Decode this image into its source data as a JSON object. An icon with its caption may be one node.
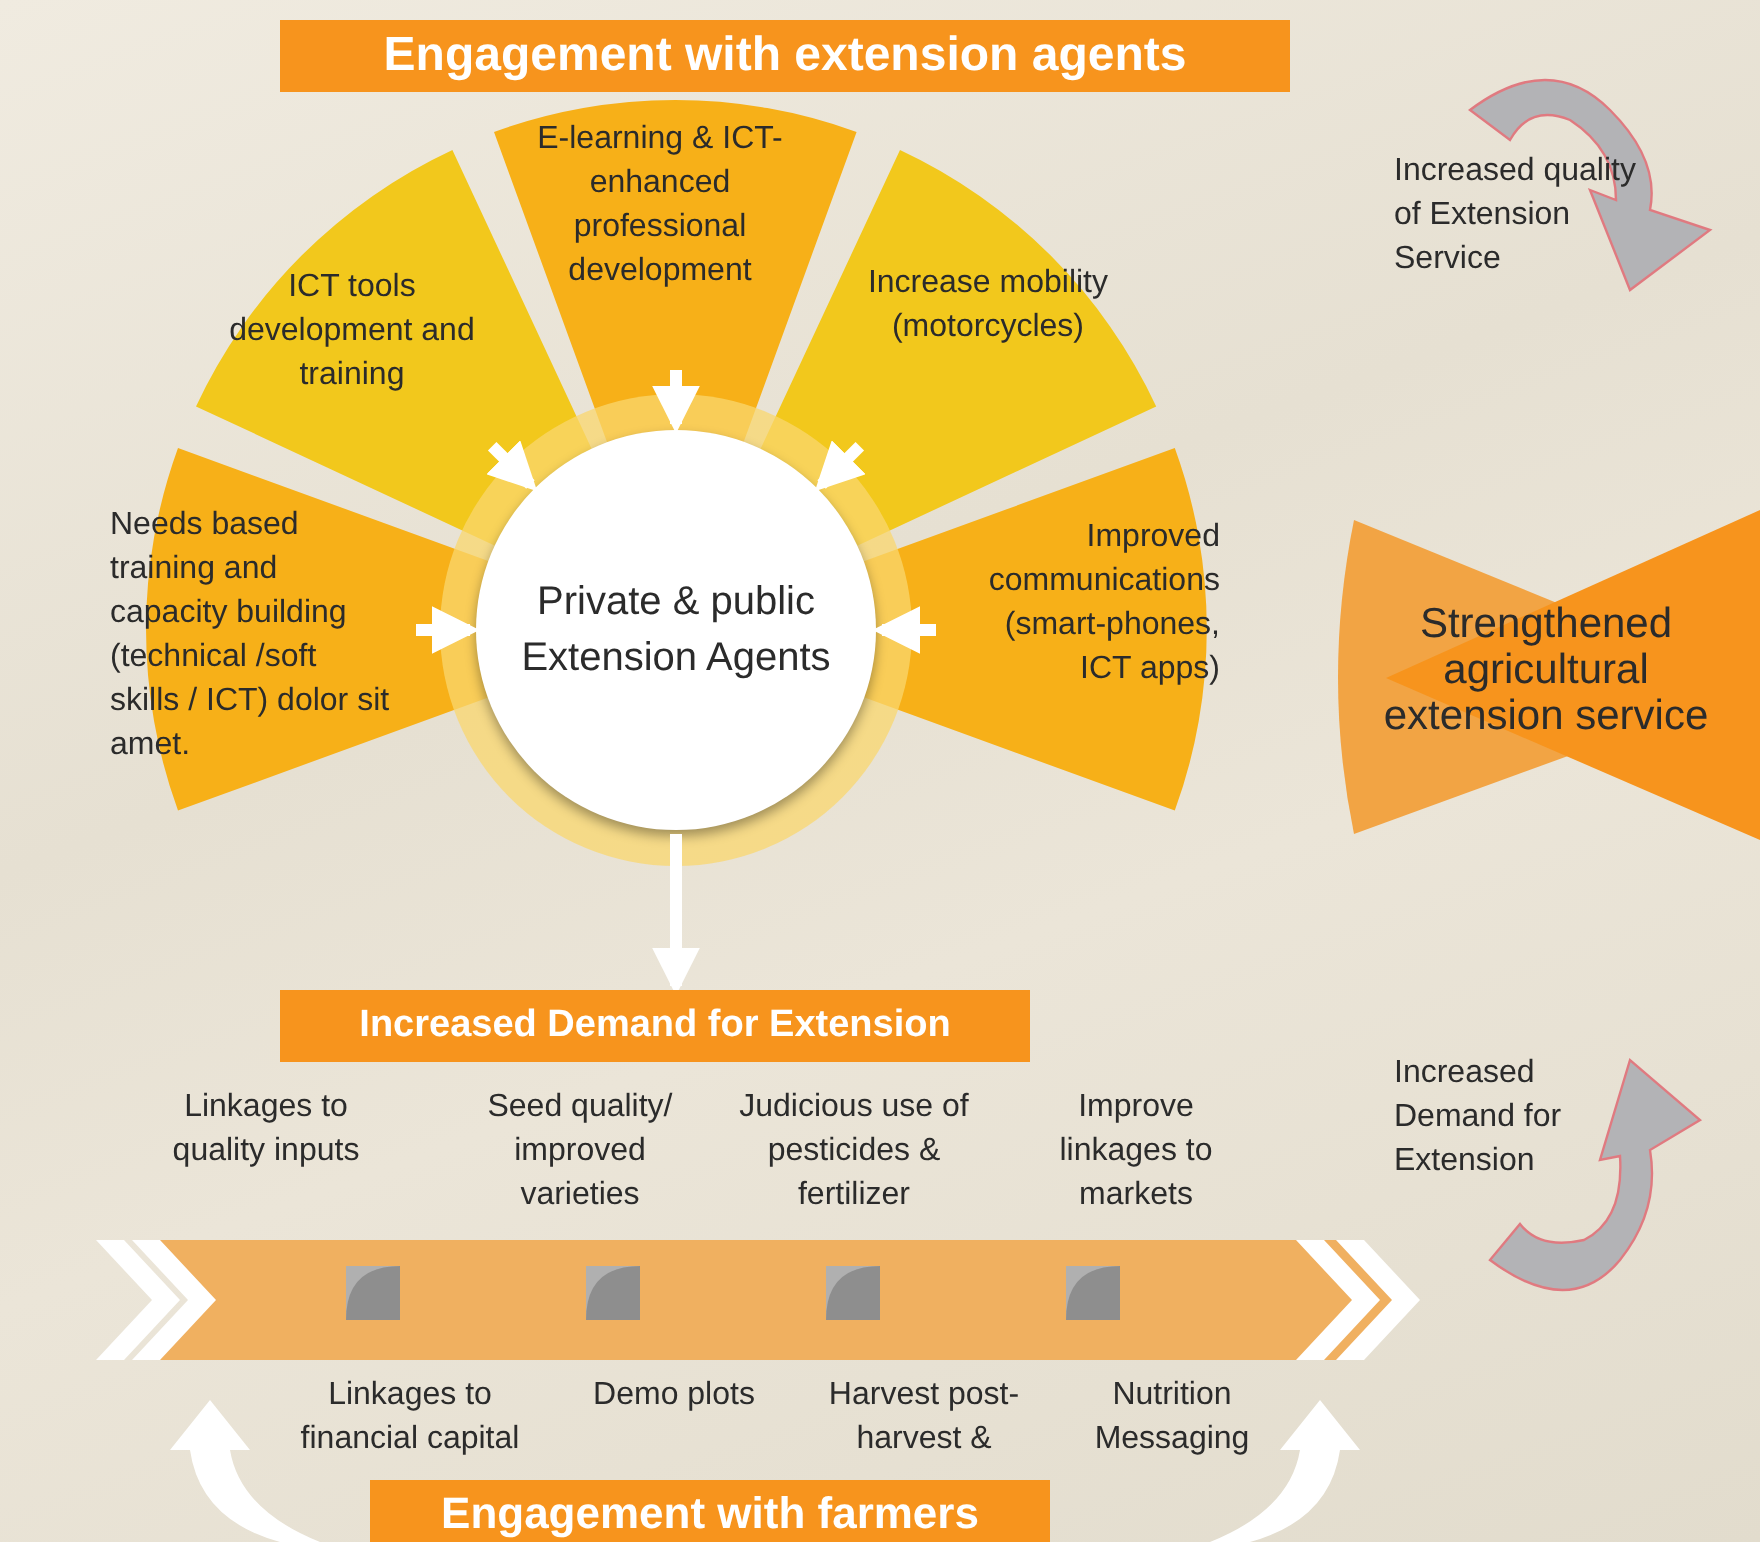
{
  "diagram": {
    "title": "Engagement with extension agents",
    "nodes": [
      {
        "text": [
          "ICT tools development and training"
        ]
      },
      {
        "text": [
          "E-learning & ICT-enhanced professional development"
        ]
      },
      {
        "text": [
          "Increase mobility (motorcycles)"
        ]
      },
      {
        "text": [
          "Needs based training and capacity building (technical /soft skills / ICT) dolor sit amet."
        ]
      },
      {
        "text": [
          "Improved communications (smart-phones, ICT apps)"
        ]
      },
      {
        "text": [
          "Private & public Extension Agents"
        ]
      },
      {
        "text": [
          "Strengthened agricultural extension service"
        ]
      },
      {
        "text": [
          "Increased Demand for Extension"
        ]
      },
      {
        "text": [
          "Engagement with farmers"
        ]
      }
    ],
    "edges": [
      {
        "from": 0,
        "to": 5,
        "arrow": "to"
      },
      {
        "from": 1,
        "to": 5,
        "arrow": "to"
      },
      {
        "from": 2,
        "to": 5,
        "arrow": "to"
      },
      {
        "from": 3,
        "to": 5,
        "arrow": "to"
      },
      {
        "from": 4,
        "to": 5,
        "arrow": "to"
      },
      {
        "from": 5,
        "to": 7,
        "arrow": "to"
      }
    ],
    "labels": [
      "Increased quality of Extension Service",
      "Increased Demand for Extension",
      "Linkages to quality inputs",
      "Seed quality/ improved varieties",
      "Judicious use of pesticides & fertilizer",
      "Improve linkages to markets",
      "Linkages to financial capital",
      "Demo plots",
      "Harvest post-harvest &",
      "Nutrition Messaging"
    ]
  }
}
